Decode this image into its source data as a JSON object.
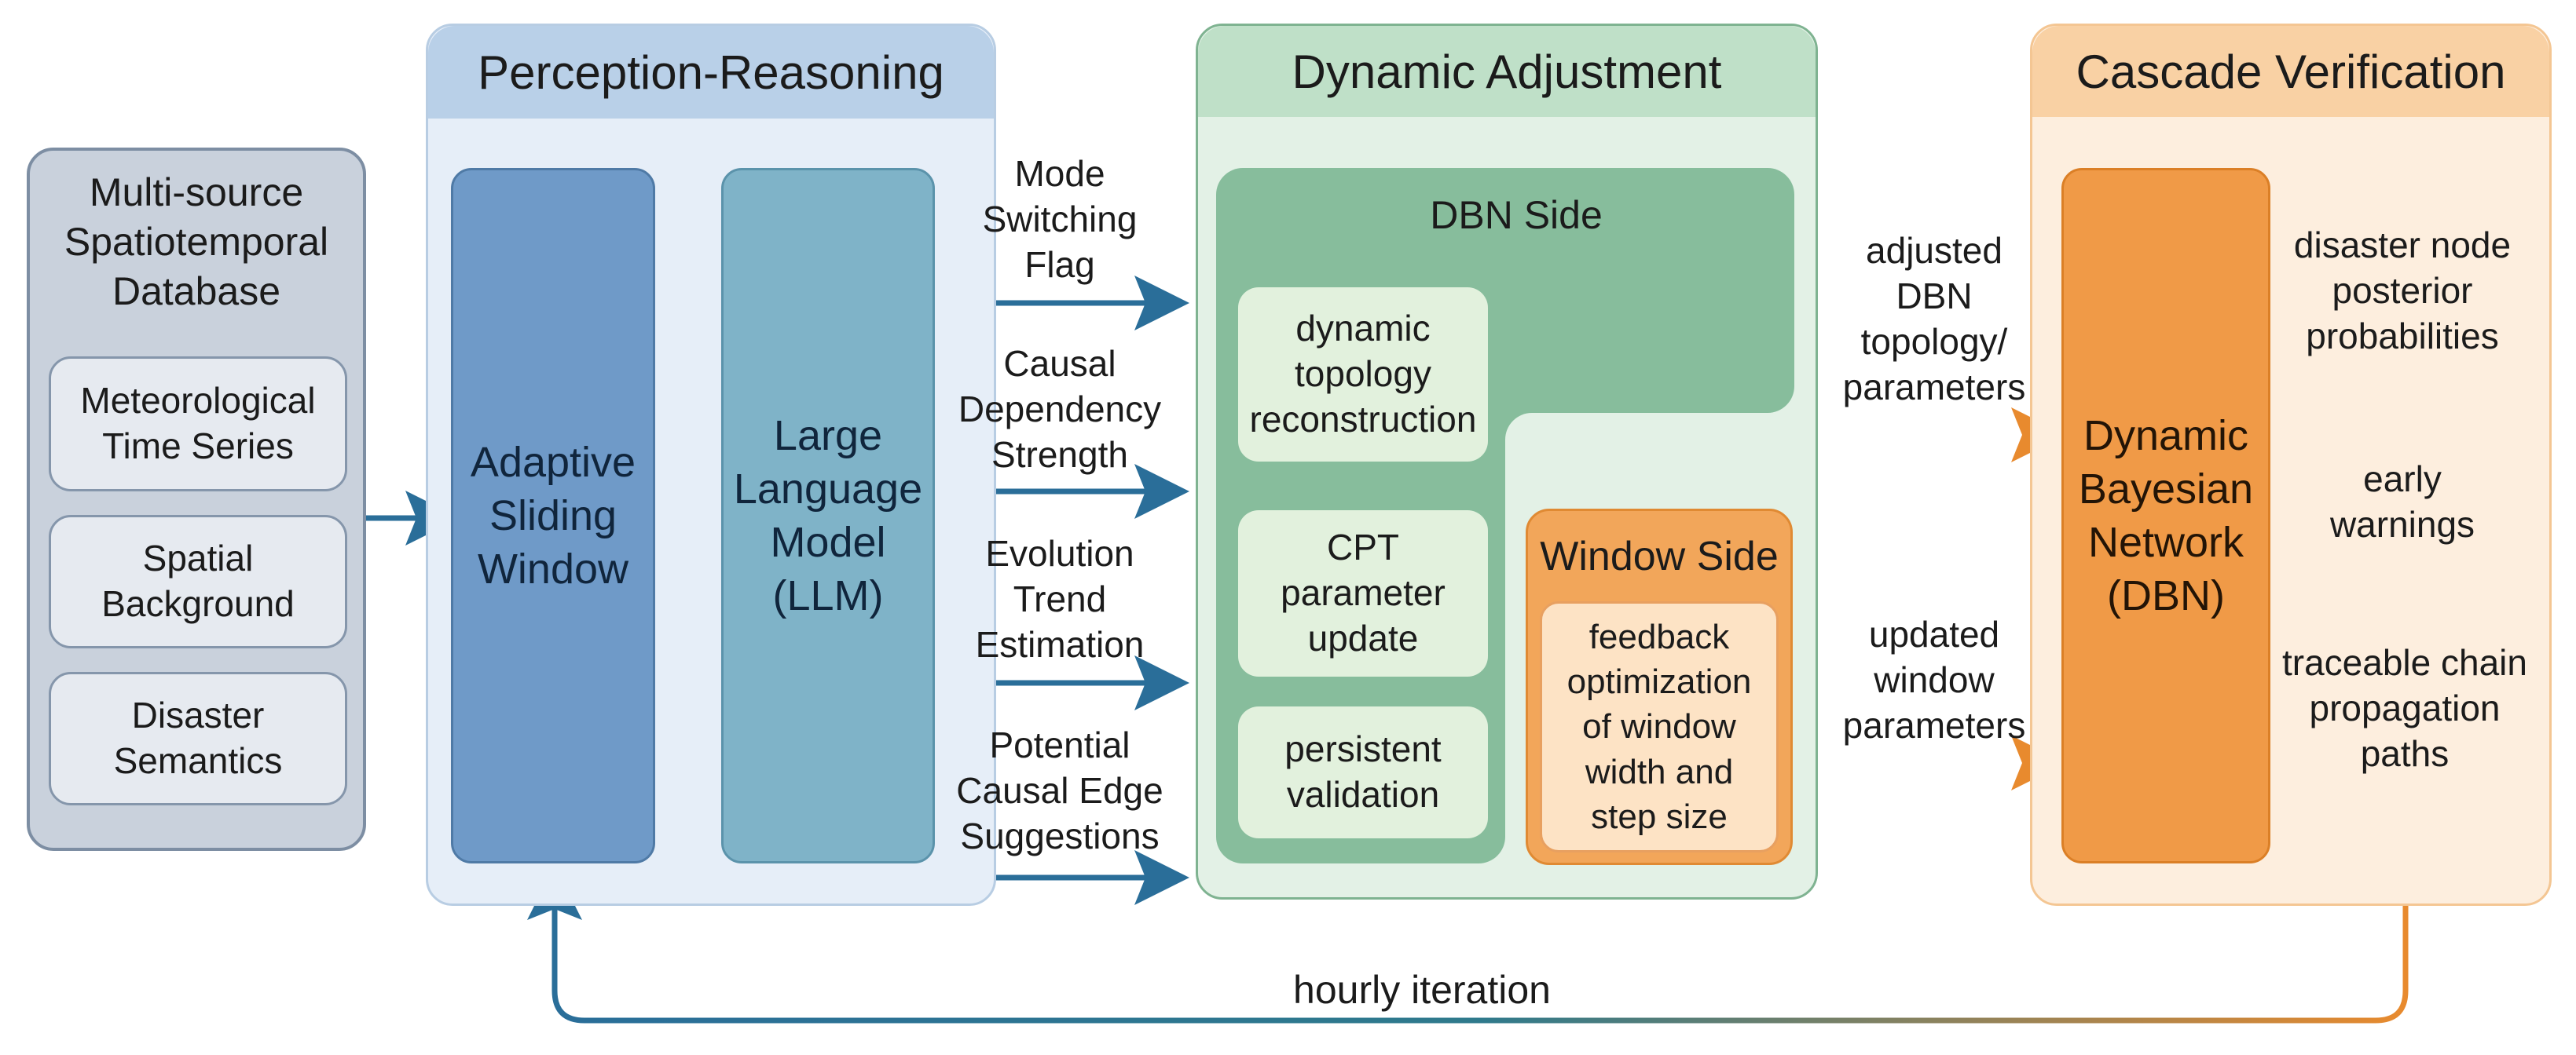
{
  "input": {
    "title": "Multi-source\nSpatiotemporal\nDatabase",
    "items": [
      "Meteorological\nTime Series",
      "Spatial\nBackground",
      "Disaster\nSemantics"
    ]
  },
  "perception": {
    "title": "Perception-Reasoning",
    "window_block": "Adaptive\nSliding\nWindow",
    "llm_block": "Large\nLanguage\nModel\n(LLM)"
  },
  "signals": [
    "Mode\nSwitching\nFlag",
    "Causal\nDependency\nStrength",
    "Evolution\nTrend\nEstimation",
    "Potential\nCausal Edge\nSuggestions"
  ],
  "dynamic": {
    "title": "Dynamic Adjustment",
    "dbn_side": {
      "title": "DBN Side",
      "items": [
        "dynamic\ntopology\nreconstruction",
        "CPT\nparameter\nupdate",
        "persistent\nvalidation"
      ]
    },
    "window_side": {
      "title": "Window Side",
      "item": "feedback\noptimization\nof window\nwidth and\nstep size"
    }
  },
  "links": {
    "to_dbn_top": "adjusted\nDBN\ntopology/\nparameters",
    "to_dbn_bottom": "updated\nwindow\nparameters"
  },
  "cascade": {
    "title": "Cascade Verification",
    "dbn_block": "Dynamic\nBayesian\nNetwork\n(DBN)",
    "outputs": [
      "disaster node\nposterior\nprobabilities",
      "early\nwarnings",
      "traceable chain\npropagation\npaths"
    ]
  },
  "feedback_loop": "hourly iteration",
  "colors": {
    "blue": "#2a6e99",
    "green": "#6fa98a",
    "orange": "#e88a2e",
    "gray": "#7d8ea3"
  }
}
